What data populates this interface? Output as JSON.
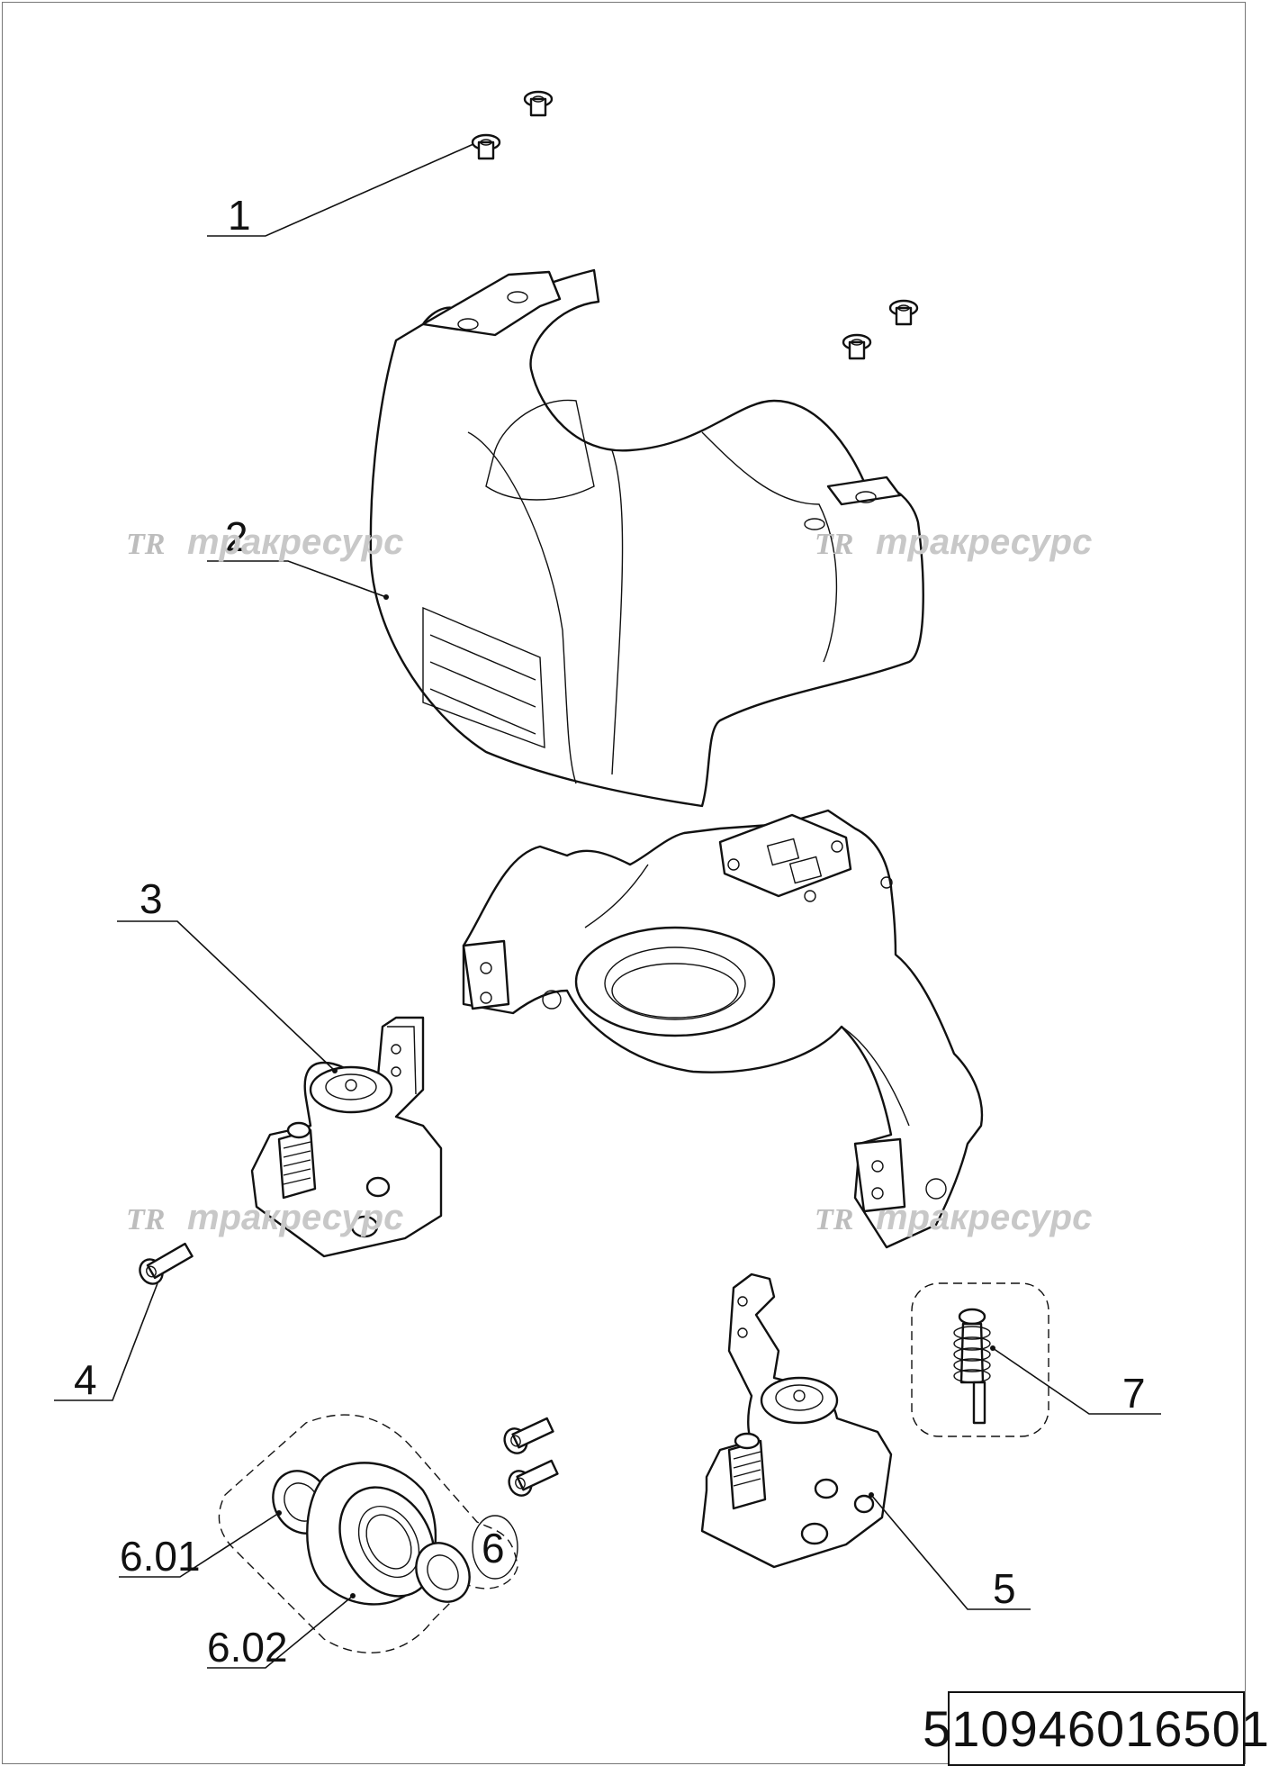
{
  "callouts": {
    "c1": "1",
    "c2": "2",
    "c3": "3",
    "c4": "4",
    "c5": "5",
    "c6": "6",
    "c601": "6.01",
    "c602": "6.02",
    "c7": "7"
  },
  "watermark": {
    "logo": "TR",
    "text": "тракресурс"
  },
  "part_number": "510946016501",
  "colors": {
    "line": "#111111",
    "watermark": "#c8c8c8",
    "background": "#ffffff"
  }
}
